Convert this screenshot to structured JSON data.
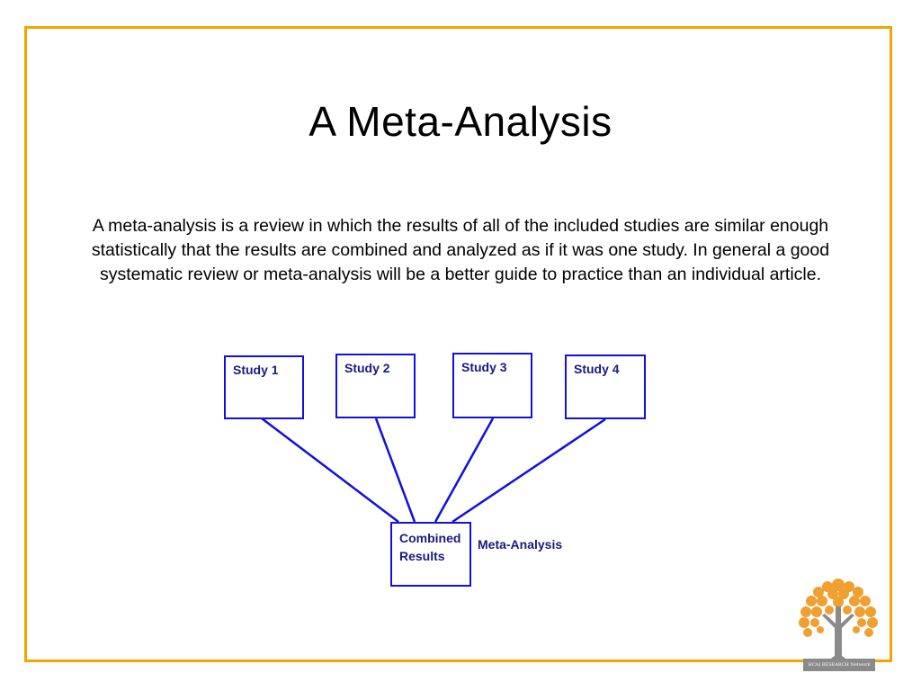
{
  "slide": {
    "title": "A Meta-Analysis",
    "body": "A meta-analysis is a review in which the results of all of the included studies are similar enough statistically that the results are combined and analyzed as if it was one study.   In general a good systematic review or meta-analysis will be a better guide to practice than an individual article."
  },
  "diagram": {
    "studies": [
      {
        "label": "Study 1"
      },
      {
        "label": "Study 2"
      },
      {
        "label": "Study 3"
      },
      {
        "label": "Study 4"
      }
    ],
    "combined_line1": "Combined",
    "combined_line2": "Results",
    "side_label": "Meta-Analysis"
  },
  "logo": {
    "caption": "HCAI RESEARCH Network",
    "tree_color": "#f0a030",
    "trunk_color": "#8a8a8a"
  },
  "colors": {
    "frame": "#f0a500",
    "diagram_line": "#1010e0",
    "diagram_text": "#1a1a80"
  }
}
